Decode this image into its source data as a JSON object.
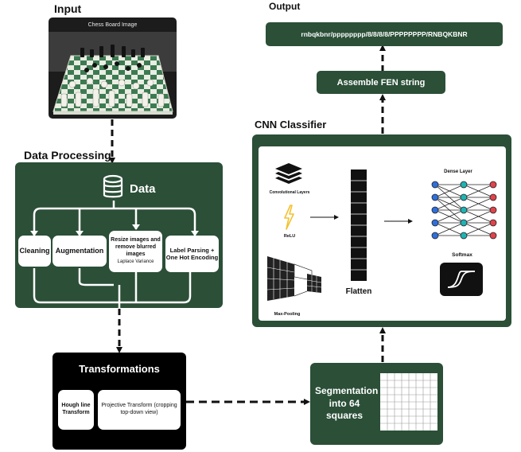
{
  "input": {
    "heading": "Input",
    "image_caption": "Chess Board Image"
  },
  "output": {
    "heading": "Output",
    "fen": "rnbqkbnr/pppppppp/8/8/8/8/PPPPPPPP/RNBQKBNR"
  },
  "assemble": {
    "label": "Assemble FEN string"
  },
  "data_processing": {
    "heading": "Data Processing",
    "data_label": "Data",
    "steps": [
      {
        "label": "Cleaning"
      },
      {
        "label": "Augmentation"
      },
      {
        "label": "Resize images and remove blurred images",
        "sublabel": "Laplace Variance"
      },
      {
        "label": "Label Parsing + One Hot Encoding"
      }
    ]
  },
  "transformations": {
    "title": "Transformations",
    "steps": [
      {
        "label": "Hough line Transform"
      },
      {
        "label": "Projective Transform (cropping top-down view)"
      }
    ]
  },
  "segmentation": {
    "label": "Segmentation into 64 squares"
  },
  "cnn": {
    "heading": "CNN Classifier",
    "conv_label": "Convolutional Layers",
    "relu_label": "ReLU",
    "maxpool_label": "Max-Pooling",
    "flatten_label": "Flatten",
    "dense_label": "Dense Layer",
    "softmax_label": "Softmax"
  },
  "colors": {
    "panel_green": "#2b4f37",
    "black": "#000000",
    "node_blue": "#2f6fdc",
    "node_teal": "#1fb3b3",
    "node_red": "#e0434a",
    "relu_yellow": "#f2c230"
  }
}
